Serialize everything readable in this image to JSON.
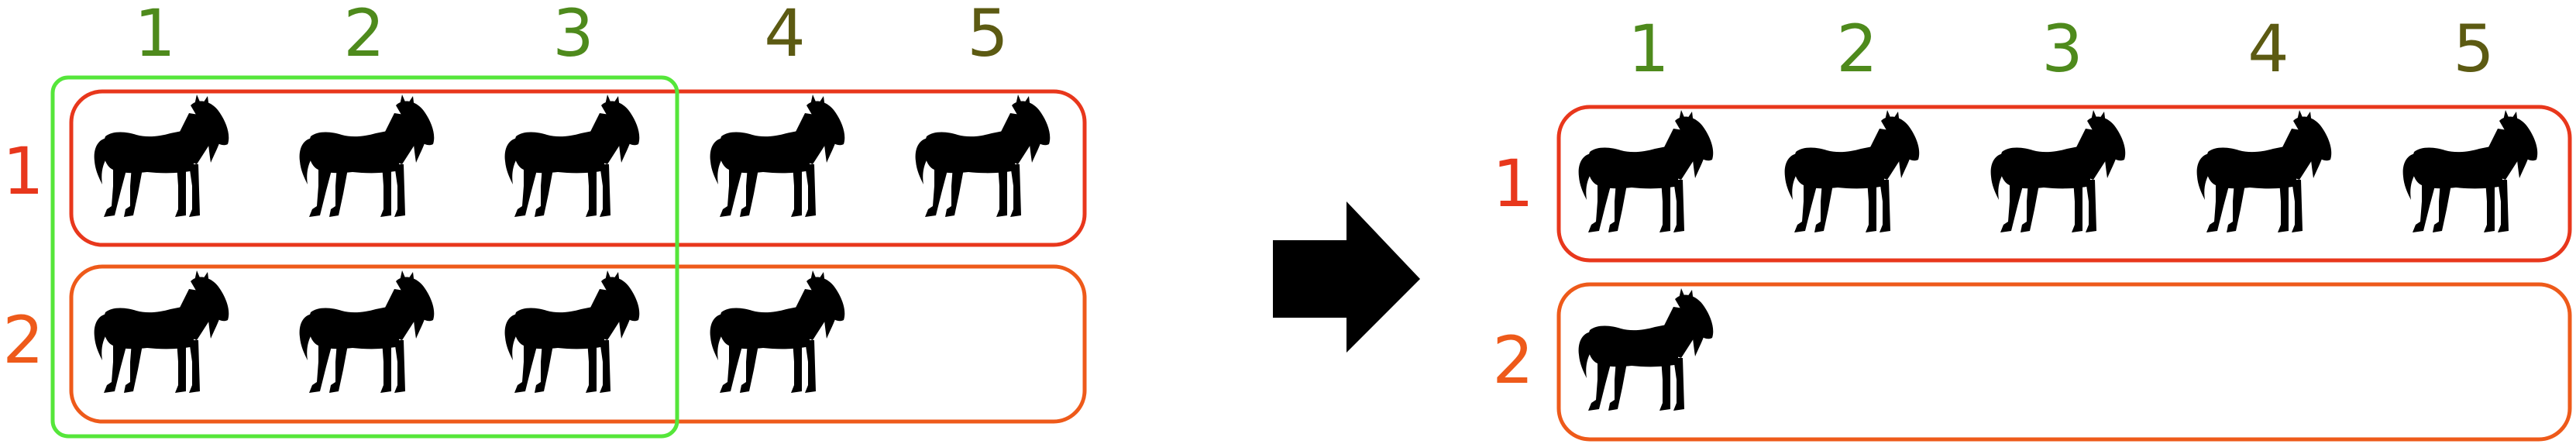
{
  "colors": {
    "col_label_green": "#4e8a1c",
    "col_label_olive": "#5c5a12",
    "row1_red": "#e8371c",
    "row2_orange": "#ee5a1a",
    "highlight_green": "#55e63a",
    "horse": "#000000",
    "arrow": "#000000"
  },
  "left_panel": {
    "column_labels": [
      "1",
      "2",
      "3",
      "4",
      "5"
    ],
    "row_labels": [
      "1",
      "2"
    ],
    "row_counts": [
      5,
      4
    ],
    "highlighted_columns": 3
  },
  "arrow": {
    "icon": "right-arrow-icon"
  },
  "right_panel": {
    "column_labels": [
      "1",
      "2",
      "3",
      "4",
      "5"
    ],
    "row_labels": [
      "1",
      "2"
    ],
    "row_counts": [
      5,
      1
    ]
  },
  "icons": {
    "horse": "horse-icon"
  }
}
